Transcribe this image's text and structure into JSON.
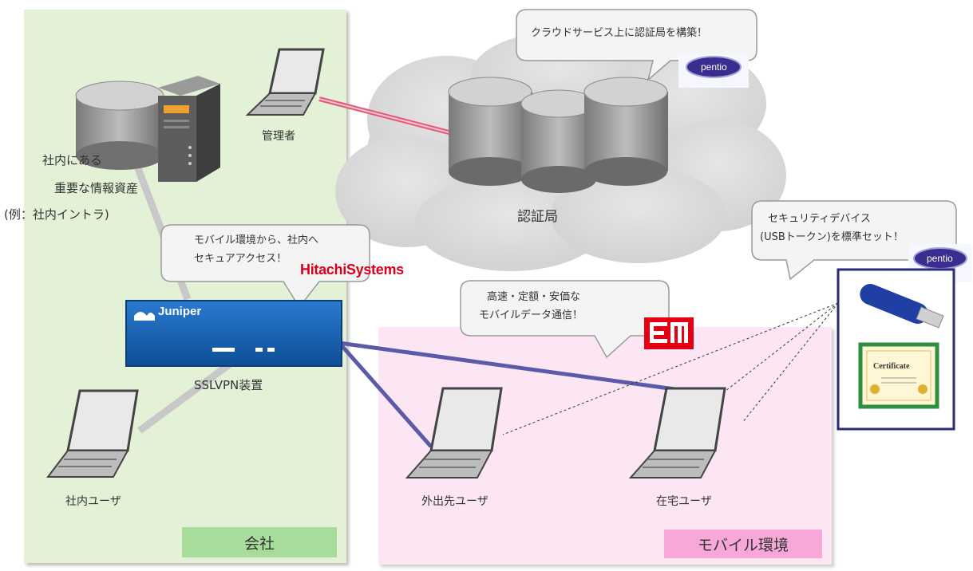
{
  "zones": {
    "company": {
      "label": "会社",
      "color": "#e3f1d6",
      "label_bg": "#a8dc9a"
    },
    "mobile": {
      "label": "モバイル環境",
      "color": "#fde6f3",
      "label_bg": "#f7a8d8"
    }
  },
  "nodes": {
    "assets_line1": "社内にある",
    "assets_line2": "重要な情報資産",
    "assets_line3": "(例：社内イントラ)",
    "admin": "管理者",
    "ca": "認証局",
    "sslvpn": "SSLVPN装置",
    "internal_user": "社内ユーザ",
    "remote_user": "外出先ユーザ",
    "home_user": "在宅ユーザ"
  },
  "callouts": {
    "cloud_ca": "クラウドサービス上に認証局を構築！",
    "mobile_access_line1": "モバイル環境から、社内へ",
    "mobile_access_line2": "セキュアアクセス！",
    "data_line1": "高速・定額・安価な",
    "data_line2": "モバイルデータ通信！",
    "device_line1": "セキュリティデバイス",
    "device_line2": "(USBトークン)を標準セット！"
  },
  "logos": {
    "hitachi": "HitachiSystems",
    "juniper": "Juniper",
    "pentio": "pentio",
    "certificate": "Certificate"
  },
  "colors": {
    "vpn_link": "#5a5aa8",
    "admin_link": "#e05a78",
    "juniper_box": "#1565b0",
    "hitachi_red": "#d9001b"
  }
}
